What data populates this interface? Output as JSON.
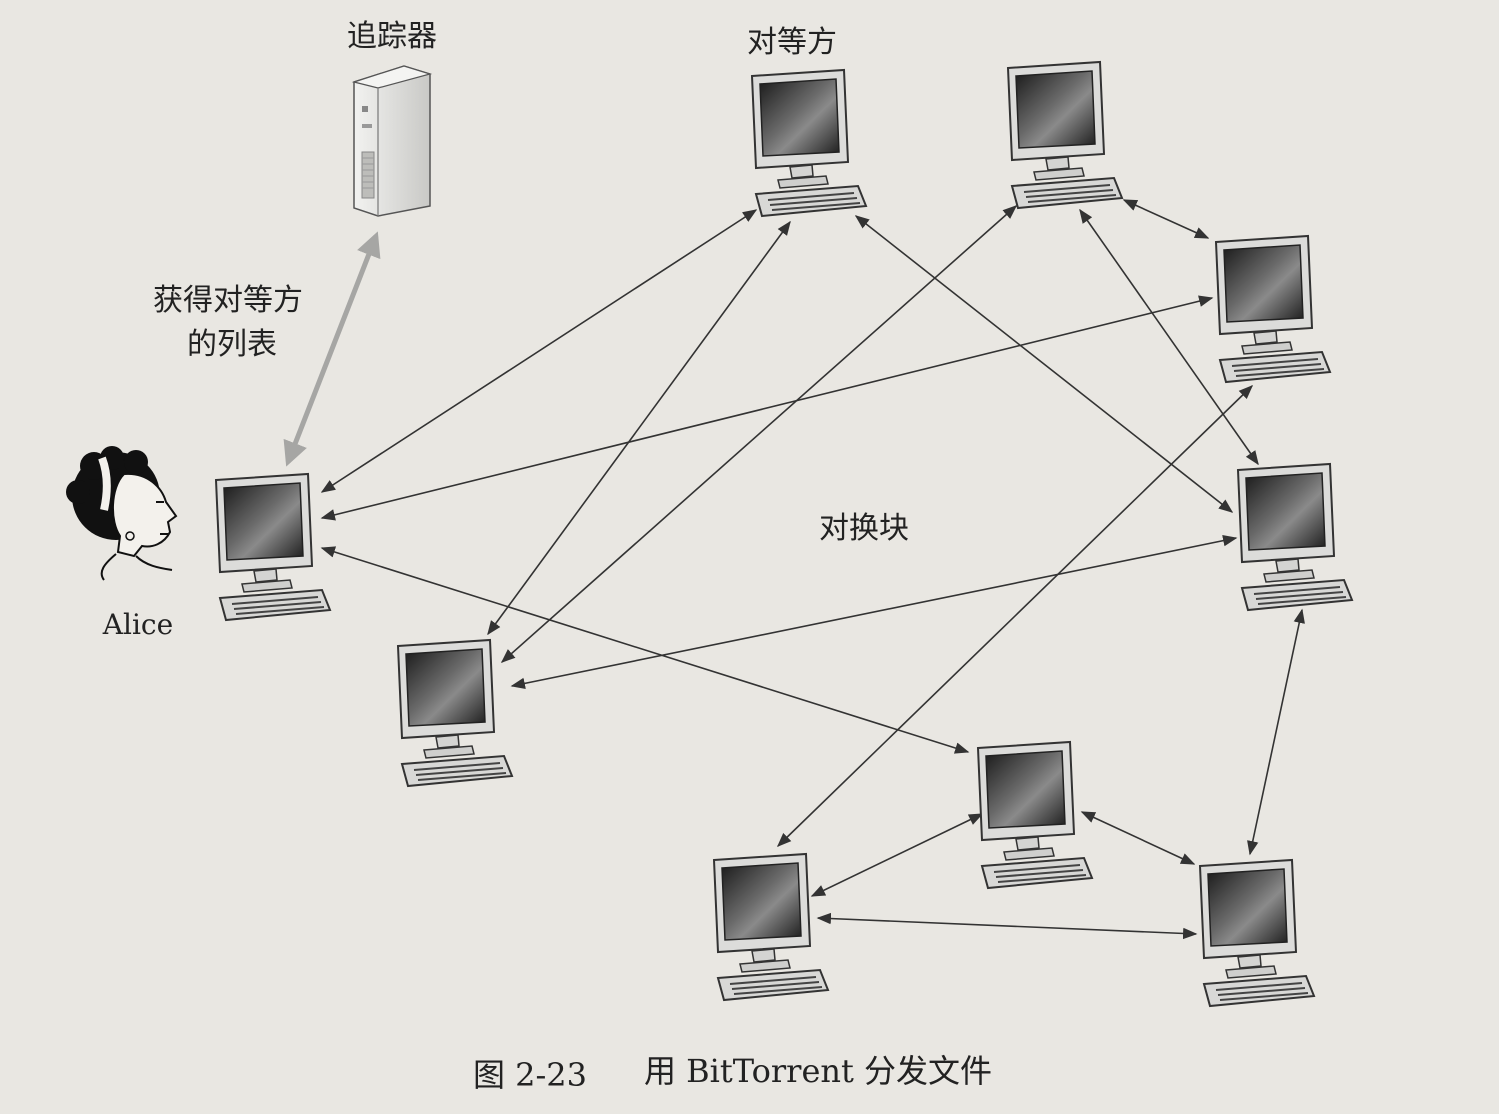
{
  "labels": {
    "tracker": "追踪器",
    "peers": "对等方",
    "get_peer_list_line1": "获得对等方",
    "get_peer_list_line2": "的列表",
    "exchange_chunks": "对换块",
    "alice": "Alice"
  },
  "caption": {
    "figure_number": "图 2-23",
    "title": "用 BitTorrent 分发文件"
  },
  "nodes": [
    {
      "id": "tracker",
      "kind": "server"
    },
    {
      "id": "alice-pc",
      "kind": "computer"
    },
    {
      "id": "peer-top",
      "kind": "computer"
    },
    {
      "id": "peer-top-right",
      "kind": "computer"
    },
    {
      "id": "peer-right-upper",
      "kind": "computer"
    },
    {
      "id": "peer-right-middle",
      "kind": "computer"
    },
    {
      "id": "peer-left-lower",
      "kind": "computer"
    },
    {
      "id": "peer-bottom-middle",
      "kind": "computer"
    },
    {
      "id": "peer-bottom-left",
      "kind": "computer"
    },
    {
      "id": "peer-bottom-right",
      "kind": "computer"
    }
  ],
  "links": [
    {
      "from": "alice-pc",
      "to": "tracker",
      "style": "tracker"
    },
    {
      "from": "alice-pc",
      "to": "peer-top"
    },
    {
      "from": "alice-pc",
      "to": "peer-right-upper"
    },
    {
      "from": "alice-pc",
      "to": "peer-bottom-middle"
    },
    {
      "from": "peer-top",
      "to": "peer-left-lower"
    },
    {
      "from": "peer-top",
      "to": "peer-right-middle"
    },
    {
      "from": "peer-top-right",
      "to": "peer-left-lower"
    },
    {
      "from": "peer-top-right",
      "to": "peer-right-upper"
    },
    {
      "from": "peer-top-right",
      "to": "peer-right-middle"
    },
    {
      "from": "peer-right-upper",
      "to": "peer-bottom-left"
    },
    {
      "from": "peer-right-middle",
      "to": "peer-left-lower"
    },
    {
      "from": "peer-right-middle",
      "to": "peer-bottom-right"
    },
    {
      "from": "peer-bottom-middle",
      "to": "peer-bottom-left"
    },
    {
      "from": "peer-bottom-middle",
      "to": "peer-bottom-right"
    },
    {
      "from": "peer-bottom-left",
      "to": "peer-bottom-right"
    }
  ]
}
